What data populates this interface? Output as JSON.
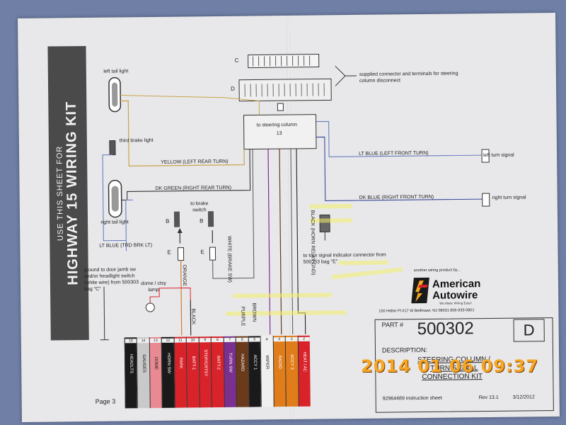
{
  "sidebar": {
    "top_line": "USE THIS SHEET FOR",
    "main_line": "HIGHWAY 15 WIRING KIT"
  },
  "connectors": {
    "c_label": "C",
    "d_label": "D",
    "note": "supplied connector and terminals for steering column disconnect",
    "to_column": "to steering column",
    "column_num": "13"
  },
  "lamps": {
    "left_tail": "left tail light",
    "third_brake": "third brake light",
    "right_tail": "right tail light",
    "left_turn": "left turn signal",
    "right_turn": "right turn signal",
    "brake_switch": "to brake switch",
    "b1": "B",
    "b2": "B",
    "e1": "E",
    "e2": "E",
    "dome": "dome / ctsy lamp",
    "ground_note": "ground to door jamb sw and/or headlight switch (white wire) from 500303 bag \"C\"",
    "indicator_note": "to turn signal indicator connector from 500353 bag \"E\""
  },
  "wires": {
    "yellow": "YELLOW  (LEFT REAR TURN)",
    "dk_green": "DK GREEN  (RIGHT REAR TURN)",
    "lt_blue_trd": "LT BLUE  (TRD BRK LT)",
    "lt_blue_front": "LT BLUE   (LEFT FRONT TURN)",
    "dk_blue": "DK BLUE   (RIGHT FRONT TURN)",
    "white_brake": "WHITE (BRAKE SW)",
    "black_horn": "BLACK (HORN RELAY GND)",
    "orange": "ORANGE",
    "black": "BLACK",
    "purple": "PURPLE",
    "brown": "BROWN"
  },
  "pins": [
    {
      "num": "15",
      "name": "HEADLTS",
      "color": "#1a1a1a"
    },
    {
      "num": "14",
      "name": "GAUGES",
      "color": "#c9c9c9"
    },
    {
      "num": "13",
      "name": "DOME",
      "color": "#e98a92"
    },
    {
      "num": "12",
      "name": "HORN SW",
      "color": "#1a1a1a"
    },
    {
      "num": "11",
      "name": "PARK",
      "color": "#d9232a"
    },
    {
      "num": "10",
      "name": "BATT-1",
      "color": "#d9232a"
    },
    {
      "num": "9",
      "name": "STOP/CRTSY",
      "color": "#d9232a"
    },
    {
      "num": "8",
      "name": "BATT-2",
      "color": "#d9232a"
    },
    {
      "num": "7",
      "name": "TURN SW",
      "color": "#7b2f8f"
    },
    {
      "num": "6",
      "name": "HAZARD",
      "color": "#6a3a1a"
    },
    {
      "num": "5",
      "name": "ACCY 1",
      "color": "#1a1a1a"
    },
    {
      "num": "A",
      "name": "WIPER",
      "color": "#f0f0f0"
    },
    {
      "num": "4",
      "name": "RADIO",
      "color": "#e07c1a"
    },
    {
      "num": "3",
      "name": "ACCY 3",
      "color": "#e07c1a"
    },
    {
      "num": "2",
      "name": "HEAT / AC",
      "color": "#d9232a"
    }
  ],
  "brand": {
    "name_line1": "American",
    "name_line2": "Autowire",
    "tagline": "We Make Wiring Easy!",
    "another_product": "another wiring product by...",
    "address": "150 Heller Pl #17 W   Bellmawr, NJ  08031      856-933-0801"
  },
  "part": {
    "part_label": "PART #",
    "part_number": "500302",
    "revision_letter": "D",
    "desc_label": "DESCRIPTION:",
    "desc_line1": "STEERING COLUMN /",
    "desc_line2": "TURN SIGNAL",
    "desc_line3": "CONNECTION KIT",
    "instruction": "92964489 instruction sheet",
    "rev": "Rev 13.1",
    "date": "3/12/2012"
  },
  "page": "Page 3",
  "timestamp": "2014 01 06  09:37"
}
